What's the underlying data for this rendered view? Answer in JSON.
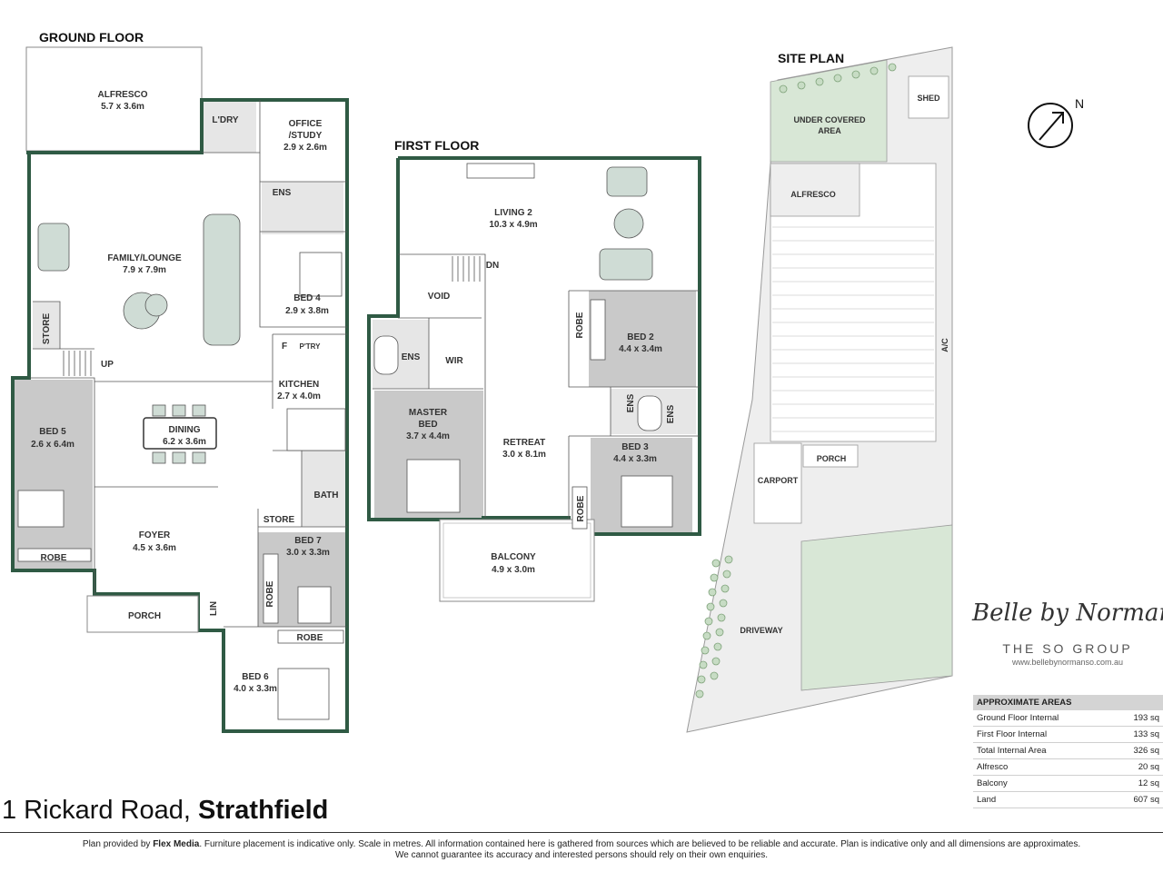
{
  "headings": {
    "ground_floor": "GROUND FLOOR",
    "first_floor": "FIRST FLOOR",
    "site_plan": "SITE PLAN"
  },
  "ground_rooms": {
    "alfresco": {
      "name": "ALFRESCO",
      "dim": "5.7 x 3.6m"
    },
    "laundry": {
      "name": "L'DRY"
    },
    "office": {
      "name1": "OFFICE",
      "name2": "/STUDY",
      "dim": "2.9 x 2.6m"
    },
    "ens": {
      "name": "ENS"
    },
    "family": {
      "name": "FAMILY/LOUNGE",
      "dim": "7.9 x 7.9m"
    },
    "bed4": {
      "name": "BED 4",
      "dim": "2.9 x 3.8m"
    },
    "store_left": {
      "name": "STORE"
    },
    "fridge": {
      "name": "F"
    },
    "pantry": {
      "name": "P'TRY"
    },
    "up": {
      "name": "UP"
    },
    "kitchen": {
      "name": "KITCHEN",
      "dim": "2.7 x 4.0m"
    },
    "bed5": {
      "name": "BED 5",
      "dim": "2.6 x 6.4m"
    },
    "dining": {
      "name": "DINING",
      "dim": "6.2 x 3.6m"
    },
    "bath": {
      "name": "BATH"
    },
    "store_mid": {
      "name": "STORE"
    },
    "foyer": {
      "name": "FOYER",
      "dim": "4.5 x 3.6m"
    },
    "bed7": {
      "name": "BED 7",
      "dim": "3.0 x 3.3m"
    },
    "robe_bed5": {
      "name": "ROBE"
    },
    "robe_bed7": {
      "name": "ROBE"
    },
    "lin": {
      "name": "LIN"
    },
    "porch": {
      "name": "PORCH"
    },
    "robe_bed6": {
      "name": "ROBE"
    },
    "bed6": {
      "name": "BED 6",
      "dim": "4.0 x 3.3m"
    }
  },
  "first_rooms": {
    "living2": {
      "name": "LIVING 2",
      "dim": "10.3 x 4.9m"
    },
    "dn": {
      "name": "DN"
    },
    "void": {
      "name": "VOID"
    },
    "robe_bed2": {
      "name": "ROBE"
    },
    "bed2": {
      "name": "BED 2",
      "dim": "4.4 x 3.4m"
    },
    "ens_master": {
      "name": "ENS"
    },
    "wir": {
      "name": "WIR"
    },
    "ens_bed2": {
      "name": "ENS"
    },
    "ens_bed3": {
      "name": "ENS"
    },
    "master": {
      "name1": "MASTER",
      "name2": "BED",
      "dim": "3.7 x 4.4m"
    },
    "retreat": {
      "name": "RETREAT",
      "dim": "3.0 x 8.1m"
    },
    "bed3": {
      "name": "BED 3",
      "dim": "4.4 x 3.3m"
    },
    "robe_bed3": {
      "name": "ROBE"
    },
    "balcony": {
      "name": "BALCONY",
      "dim": "4.9 x 3.0m"
    }
  },
  "site": {
    "shed": "SHED",
    "covered": {
      "line1": "UNDER COVERED",
      "line2": "AREA"
    },
    "alfresco": "ALFRESCO",
    "ac": "A/C",
    "carport": "CARPORT",
    "porch": "PORCH",
    "driveway": "DRIVEWAY",
    "north": "N"
  },
  "address": {
    "street": "1 Rickard Road, ",
    "suburb": "Strathfield"
  },
  "brand": {
    "script": "Belle by Norman So",
    "group": "THE SO GROUP",
    "url": "www.bellebynormanso.com.au"
  },
  "areas": {
    "title": "APPROXIMATE AREAS",
    "rows": [
      {
        "label": "Ground Floor Internal",
        "value": "193 sq"
      },
      {
        "label": "First Floor Internal",
        "value": "133 sq"
      },
      {
        "label": "Total Internal Area",
        "value": "326 sq"
      },
      {
        "label": "Alfresco",
        "value": "20 sq"
      },
      {
        "label": "Balcony",
        "value": "12 sq"
      },
      {
        "label": "Land",
        "value": "607 sq"
      }
    ]
  },
  "footer": {
    "pre": "Plan provided by ",
    "company": "Flex Media",
    "line1_rest": ". Furniture placement is indicative only. Scale in metres. All information contained here is gathered from sources which are believed to be reliable and accurate. Plan is indicative only and all dimensions are approximates.",
    "line2": "We cannot guarantee its accuracy and interested persons should rely on their own enquiries."
  },
  "colors": {
    "wall": "#2f5a44",
    "bedroom_fill": "#c9c9c9",
    "wet_fill": "#e6e6e6",
    "grass": "#d8e7d6",
    "furniture": "#cfdcd5"
  }
}
